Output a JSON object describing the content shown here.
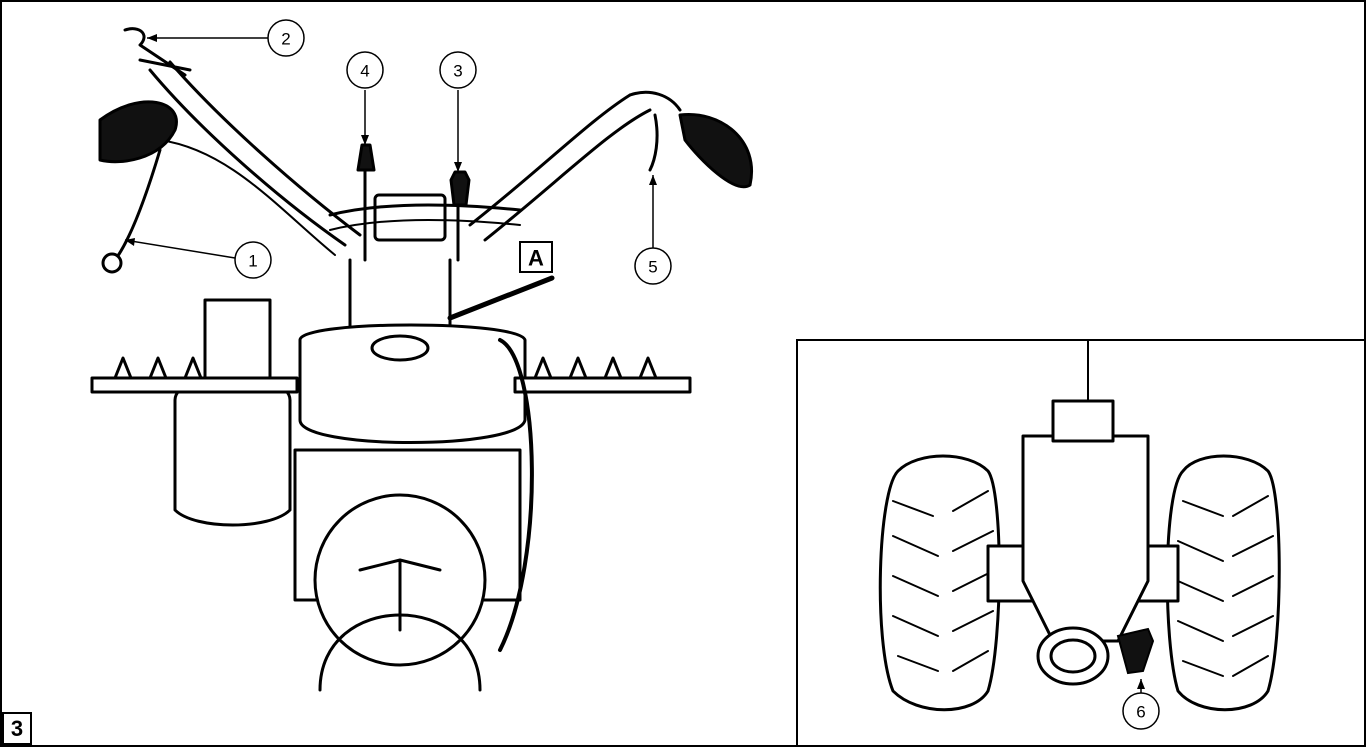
{
  "figure": {
    "number": "3",
    "section_label": "A"
  },
  "callouts": {
    "c1": "1",
    "c2": "2",
    "c3": "3",
    "c4": "4",
    "c5": "5",
    "c6": "6"
  },
  "colors": {
    "ink": "#000000",
    "paper": "#ffffff"
  }
}
